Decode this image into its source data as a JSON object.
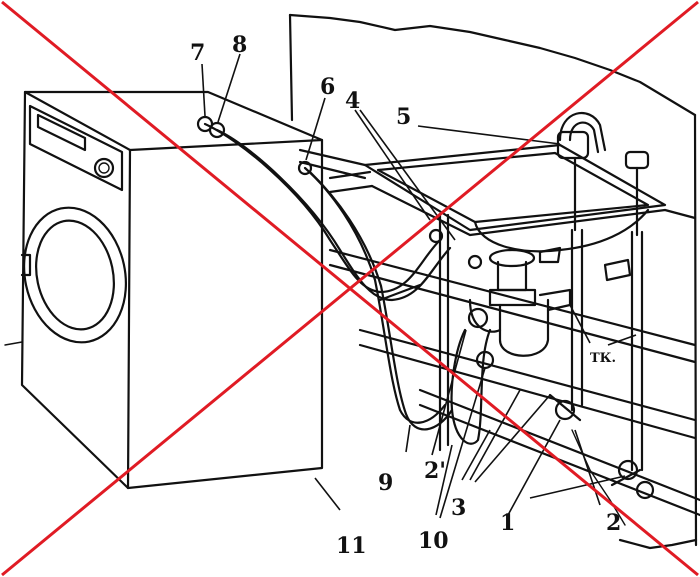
{
  "diagram": {
    "labels": {
      "l1": "1",
      "l2": "2",
      "l2prime": "2'",
      "l3": "3",
      "l4": "4",
      "l5": "5",
      "l6": "6",
      "l7": "7",
      "l8": "8",
      "l9": "9",
      "l10": "10",
      "l11": "11",
      "tk": "ТК."
    },
    "cross_color": "#e01b24",
    "line_color": "#111111"
  }
}
